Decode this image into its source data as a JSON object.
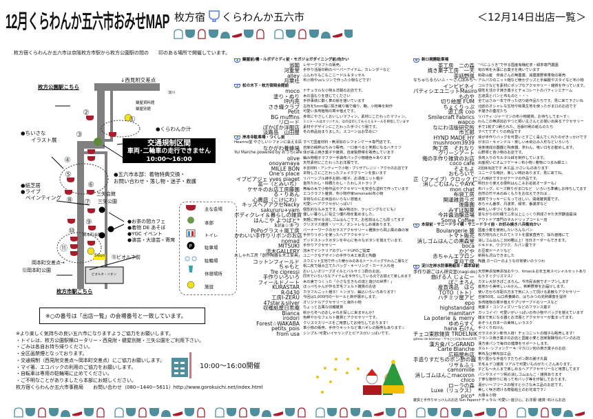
{
  "header": {
    "title": "12月くらわんか五六市おみせMAP",
    "sub_place": "枚方宿",
    "sub_name": "くらわんか五六市",
    "sub_date": "＜12月14日出店一覧＞"
  },
  "intro": "枚方宿くらわんか五六市は京阪枚方市駅から枚方公園駅の間の　　印のある場所で開催しています。",
  "map": {
    "park_station": "枚方公園駅こちら",
    "nishimitsuke": "↓西見附交差点",
    "yodogawa": "淀川",
    "kaido1": "鍵屋資料館",
    "kaido2": "鍵屋別館",
    "kurawanka": "●くらわんか汁",
    "illust1": "●ちいさな",
    "illust2": "イラスト展",
    "traffic_title": "交通規制区間",
    "traffic_body": "車両･二輪車の走行できません",
    "traffic_time": "10:00〜16:00",
    "hq1": "●五六市本部：着物特典交換・",
    "hq2": "お問い合わせ・落し物・迷子・救護",
    "kami1": "●紙芝居",
    "kami2": "●ライブ",
    "kami3": "ペインティング",
    "miya_hall": "三矢会館",
    "miya_park": "三矢公園",
    "ev1": "●お茶の間カフェ",
    "ev2": "●着物 DE あそぼ",
    "ev3": "●YGC イベント",
    "ev4": "●演芸・大道芸・寄席",
    "okamoto_hall": "岡本町会館",
    "okamoto_cross": "岡本町交差点→",
    "okamoto_park": "⑫岡本町公園",
    "vivre": "⑬ビオルネ前",
    "vivre_bldg": "ビオルネ・イオン",
    "fm": "56un",
    "city_station": "枚方市駅こちら",
    "nums": [
      "①",
      "②",
      "③",
      "④",
      "⑤",
      "⑥",
      "⑦",
      "⑧",
      "⑨",
      "⑩",
      "⑪"
    ]
  },
  "legend": [
    "主な会場",
    "本部",
    "トイレ",
    "駐車場",
    "駐輪場",
    "休憩場所",
    "施設"
  ],
  "note_box": "※○の番号は「出店一覧」の会場番号と一致しています。",
  "notes": [
    "※より楽しく気持ちの良い五六市になりますようご協力をお願いします。",
    "・トイレは、枚方公園駅横ロータリー・西見附・鍵屋別館・三矢公園をご利用下さい。",
    "・ごみは各自お持ち帰りください。",
    "・全区画禁煙となっております。",
    "・交通規制（西見附交差点〜岡本町交差点）にご協力お願いします。",
    "・マイ箸、エコバックの利用のご協力をお願いします。",
    "・自転車は専用の駐輪場に止めてください。",
    "・ご不明なことがありましたら本部にお越しください。",
    "枚方宿くらわんか五六市事務局　　お問い合わせ（080−1440−5611）http://www.gorokuichi.net/index.html"
  ],
  "hours": "10:00〜16:00開催",
  "colors": {
    "bowl_red": "#a81c2c",
    "bowl_teal": "#4f8e9c",
    "road": "#808080",
    "blue": "#3355cc"
  },
  "mid_sections": [
    {
      "num": "1",
      "title": "鍵屋前/橋・ルポデミディ前・モガジョガダイニング前/向かい",
      "items": [
        [
          "游閣",
          "レザークラフトの販売。"
        ],
        [
          "河重堂",
          "手作り活版印刷のペーパーアイテム、カレンダーなど"
        ],
        [
          "alley",
          "ふんわりもこもこニードル＆タッセル"
        ],
        [
          "月葉社",
          "布小物やuvレジンで作った小物などです！"
        ]
      ]
    },
    {
      "num": "2",
      "title": "松の木下・枚方宿岡会館前",
      "items": [
        [
          "moco",
          "ナチュラルな小物＆洋服のお店です。"
        ],
        [
          "塗り・ぬり",
          "木の温もりを感じてください"
        ],
        [
          "坪内亮",
          "手供事绩に動く車の絵を描いています"
        ],
        [
          "さき織クラブ",
          "古布を5mm幅に裂き織り機で織り、鞄、小物等を制作"
        ],
        [
          "Petit",
          "可愛い多肉植物の寄せ植えです。"
        ],
        [
          "BG muffins",
          "身体にやさしくおいしいマフィン。素材にこだわったマフィン。"
        ],
        [
          "リロード",
          "ミニドールはオリジナル。ほのぼのしてもらえるドールを目指しています"
        ],
        [
          "ぽかぽか洋服店",
          "素材やデザインにこだわった手づくり服です。"
        ],
        [
          "淡路島　山田屋",
          "冬の商品始まりました。スコーンはお早めに！"
        ]
      ]
    },
    {
      "num": "3",
      "title": "岸本寺駐車場・つくし前",
      "items": [
        [
          "Hearino堂 やさしいシフォンに会える店",
          "すべて国産材料・無添加のシフォンケーキ専門店です。"
        ],
        [
          "なかがわ養蜂場",
          "自家の純粋はちみつ販売。一口食べると笑顔になるハチミツ"
        ],
        [
          "Yui Marche powered by おうちcafe",
          "体が喜ぶ焼き菓子や雑貨、自家製野菜を販売しています"
        ],
        [
          "olive",
          "編み物帽子マフラー手袋布バッグ小物雑色々あります"
        ],
        [
          "onoyamaya",
          "天然素材にこだわったお洋服です。"
        ],
        [
          "MILLE BON",
          "手芸材料・アンティーク小物・プリザアレンジ・アクセのお店です"
        ],
        [
          "One's place",
          "本物しさにこだわったフェイクグリーンを扱います"
        ],
        [
          "イブピアジェ yves piaget",
          "リバーシブル綿手お揃い帽子、お洒落ニット帽子"
        ],
        [
          "富一（とみいち）",
          "金所たわし・棕櫚たわし・たわしストラップ"
        ],
        [
          "ケヤキのお店工房藤園",
          "無垢の木で小物作品やアクセサリーを安全な塗料で作っています"
        ],
        [
          "る・りあん",
          "エコクラフト雑貨、布小物作家lemonade布小物"
        ],
        [
          "心農庭（こけにわ）",
          "本物なのにお世話のいらない苔植え"
        ],
        [
          "キッズヘアアクセNacky",
          "可愛いヘアアクセがいっぱい！"
        ],
        [
          "sakururu+yam",
          "個性的なもみ玉です。編み物ほか、ラッピングなどにも♪"
        ],
        [
          "ボディクレイ＆暮らしの雑貨",
          "優しい暮らしに役立つ優れ物を集めました。"
        ],
        [
          "はんこや よつばと*",
          "気軽に捺せる消しゴムはんこです。お名前はんこも彫ってます"
        ],
        [
          "kira☆キラ",
          "クリスマス雑貨・リース／オシャレなしめ縄あります。"
        ],
        [
          "PoPoグラス＋風工房",
          "バーナーワークのガラスアクセサリー＋種族から飛ぶ風の森の家"
        ],
        [
          "かわいい手作りリボンのお店",
          "手作りリボンを使ったヘアアクセサリー"
        ],
        [
          "nomad",
          "デッドストックボタンを中心に色々なボタンを揃えています。"
        ],
        [
          "MITSUKI",
          "手作りアクセサリー"
        ],
        [
          "流木GALLERY",
          "流木でインテリアのグレードUPのご提案"
        ],
        [
          "おしゃれ工房「創作陶器＆木工家具」",
          "ユニークなデザインの手作り木工家具と陶器"
        ],
        [
          "コットンフィールド",
          "スウエット生地で作った暖かみのあるトートバッグやわんこ服など"
        ],
        [
          "ちゃもと",
          "帆二枚で組み立てたバッグ・キーリング・カード入れ他"
        ],
        [
          "Tre cipressi",
          "おいしいオリーブオイルとバルサミコ酢のお店。"
        ],
        [
          "手作りいろいろ",
          "同市でいろいろなアイテムを手作りしているのでお揃えて楽しめます"
        ],
        [
          "フィールドノート",
          "木の実でつくった「小さな生きもの達と遊びの世界！」"
        ],
        [
          "KURASTAR",
          "ほっぺちゃんが作る羊毛フェルト雑貨のお店"
        ],
        [
          "R-0430",
          "カラフルニット帽子！トンガリ、編込いろいろあります！"
        ],
        [
          "工房I-ZERU",
          "今回は1,000円均一セールと新作展示します。"
        ],
        [
          "47star＆silver",
          "オリジナルアクセサリーと海外小物"
        ],
        [
          "収穫紙屋日思庵",
          "ちょっと古風な収穫雑貨"
        ],
        [
          "Bianca",
          "秋から冬へのおしゃれを探しに来ませんか？"
        ],
        [
          "irodori",
          "色鮮やかなフェルト雑貨とアクセサリーです。"
        ],
        [
          "Forest☆WAKABA",
          "クリスマスリースをご用意してお待ちしております！"
        ],
        [
          "petits_pois",
          "革小物の販売、手作りキットなど革ハギレの販売もあります☆"
        ],
        [
          "from usa",
          "シンプル･可愛いイヤリングとピアスがいっぱいです。"
        ]
      ]
    }
  ],
  "right_sections": [
    {
      "num": "4",
      "title": "新ロ掲勝駐車場",
      "items": [
        [
          "茶工房　二の森",
          "“べにふうき”で作る国産有機紅茶・緑茶専門農園"
        ],
        [
          "焼き菓子工房　一天",
          "旬の味を大事にお菓子を焼いています"
        ],
        [
          "茶話野風",
          "和歌山産　奈良さんの無農薬、減農薬野菜果物の販売"
        ],
        [
          "なちゅらるらいふ・〜さんぽみち〜",
          "アルパカのニット帽など暖かグッズと手編服やスタイなど布小物"
        ],
        [
          "インビビネイ",
          "コルクなどを素材にポップなアクセサリー・雑貨を作っています。"
        ],
        [
          "パティシエユニットMasiro",
          "個性を活かす焼き菓子とチョコレートのパティシエチーム"
        ],
        [
          "ものや",
          "古道具とパンと布ものと・・・"
        ],
        [
          "切り絵屋 FUM",
          "全てはさみ一本で作った切り絵作品たちです。見に来て下さいね"
        ],
        [
          "ちょくりっぷ",
          "北欧のオシャレな生地や和風生地を使ったがま口のお店です"
        ],
        [
          "遊工房 coo",
          "手描きの蓋花たち"
        ],
        [
          "Smilecraft Fabrics",
          "リバティ･ジャーマンの布小物雑貨。お待ちしてま〜す☆"
        ],
        [
          "wapco",
          "わんこの無添加おやつと飼い主さんとお揃い出来るアクセサリー"
        ],
        [
          "なにわ活版研究所",
          "手で1枚ずつ刷られた、活版印刷の紙ものたち"
        ],
        [
          "市五郎",
          "すべててずくりの商品です"
        ],
        [
          "HYND MADE HY",
          "孫が手作りバッグを可愛いとすごく喜んでくれたのがきっかけです"
        ],
        [
          "mushroom3939",
          "がま口・キャンドル・楽しい木目込み人形などいろいろ"
        ],
        [
          "陶工房　それなり",
          "信楽焼成の器器と陶食器、茶わん、吸い口をお勧めします。"
        ],
        [
          "グリーンアート",
          "山野草と苔小物のお店です。"
        ],
        [
          "俺の手作り雑貨のお店",
          "多肉入りのモルタル鉢を制作しています。"
        ],
        [
          "coco cafe",
          "出産祝いにオムツケーキ☆布小物☆着物につまみ細工☆"
        ],
        [
          "そよもよ",
          "2回目出店です 木工品 小さいものあります"
        ],
        [
          "おもろいで",
          "ユニークな時計、楽しい時計あります。見に来てね。"
        ],
        [
          "正（ファイブ）クロック 仁",
          "これ時計ですかがテーマの作品です。"
        ],
        [
          "消しごむはんこやAYK",
          "明日から使える便利はんこ＆お名前オーダーも♪"
        ],
        [
          "mon chat",
          "布バッグ、ビーズ飾りがま口など　いろいろ準備しお待ちしてます"
        ],
        [
          "布袋工房",
          "自然の竹や木のぬくもりをお伝えできれば…"
        ],
        [
          "開運雑貨ラボ",
          "雑貨でラッキーになってほしい。開運雑貨屋です。"
        ],
        [
          "後藤園",
          "赤ちゃん番茶、丹波茶、緑茶、番黒茶など"
        ],
        [
          "みずほ製菓",
          "美味しい手づくりあられ"
        ],
        [
          "今井醤油醸造場",
          "昔ながらの杉桶で二年以上じっくり熟成させた天然醸造醤油"
        ],
        [
          "Soma Coffee",
          "アウトドア専門のネルドリップコーヒー店"
        ]
      ]
    },
    {
      "num": "5",
      "title": "本部前・サニードライ横・サニードライ前・お好み焼き八兵衛向かい",
      "items": [
        [
          "Boulangerie 麓",
          "国産小麦を使用したいろんなパン"
        ],
        [
          "トマト販売",
          "枚方地元のとれたてトマトを農家直売で、採れ値格にて"
        ],
        [
          "消しゴムはんこの黒森堂",
          "消しゴムはんこ300種以上！当日オーダーもできます。"
        ],
        [
          "boca",
          "ドキドキ、ワクワク、カバン屋です"
        ],
        [
          "かどや",
          "お豆腐ドーナツなど"
        ],
        [
          "赤ちゃんエプロン",
          "新柄も沢山できました"
        ],
        [
          "東月工房",
          "陶器 ホーローのような日常使いのうつわ"
        ]
      ]
    },
    {
      "num": "6",
      "title": "淀川左岸水防事務組合・森本邸前",
      "items": [
        [
          "手作り雑ごはん研究室(nagi-do)",
          "天然無添加無添加おやつ、Xmas＆お年玉用スペシャルセットあり"
        ],
        [
          "曲げる人 じょにー",
          "もうすぐクリスマス♪"
        ],
        [
          "ぽこまろん",
          "カヌレ大好きぽこまろん。今市民会館でオープンします"
        ],
        [
          "産直逸品　はら",
          "産地から美味しいみかん、、新鮮野菜をお届けします。"
        ],
        [
          "TOTO（トト）",
          "使い方から年配の方まで気に入って頂ける素敵なアクセサリー"
        ],
        [
          "ハチミツ屋アピ",
          "自家50年、山口県養蜂の、はちみつの完熟蜂蜜を提供"
        ],
        [
          "epo",
          "多肉植物の寄せ植えやプリザーブドのリースなど"
        ],
        [
          "highstandard",
          "焼菓子・コンフィズリーなどのフランス菓子"
        ],
        [
          "mamitan*",
          "カッコイイ！可愛いがいっぱいの布小物やバッグを揃えています"
        ],
        [
          "La poterie ＆ merry",
          "器まで気になる器とお洋服とアクセサリーが集まってます。"
        ],
        [
          "ゆめらすく",
          "余ぞうえ日本一の美味しいラスク"
        ],
        [
          "hana 石けん",
          "手づくり石けん"
        ],
        [
          "チェコ東欧雑貨 TRDELNIK",
          "ガラスボタン新作入荷！チェコニットの帽子も販売します！"
        ],
        [
          "gateau de bonheur・サラとヒロ＆chocoCAFE",
          "フランス焼き菓子のお店と国産小麦と自家製酵母のパンのお店"
        ],
        [
          "漢方食パンGRAND",
          "漢方食パンで毎日の健康をサポートします。"
        ],
        [
          "Carte Blanche",
          "タルト･シフォンケーキ･マカロン他の焼き菓子のお店"
        ],
        [
          "広稲屋布店",
          "帯布及び帯布加工品"
        ],
        [
          "手造りすだちのポン酢の麗",
          "香り豊かな手造りすだちポン酢の麗子丸醤"
        ],
        [
          "リサ＆ふぅ",
          "羊毛＆デコ雑貨 リアルで可愛いものがたくさんあります。"
        ],
        [
          "camomille",
          "子ども〜大人まで楽しめるヘアアクセサリーなど用意してます"
        ],
        [
          "消しゴムはんこmacoron",
          "パンやスイーツ柄の消しゴムはんこ・雑貨あります"
        ],
        [
          "chico",
          "丁寧な物作りに拘って布バッグ等を作製しております。"
        ],
        [
          "ローラの森",
          "温かい〜フリースの帽子と小さな木工品のお店です。"
        ],
        [
          "Luxe（リュクス）",
          "美しく咲き続ける樹脂粘土のお花達です♪"
        ],
        [
          "pico*",
          "大服＆小物"
        ],
        [
          "雑貨と手作りせっけんのお店 Sun Papers",
          "ナチュラル･可愛い･遊び心。お洋服･雑貨･石けんお店"
        ]
      ]
    }
  ]
}
